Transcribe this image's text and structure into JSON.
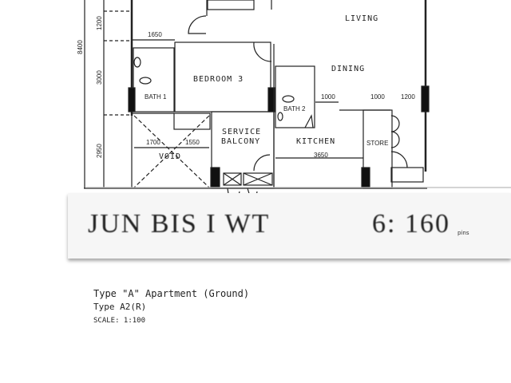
{
  "floor_plan": {
    "rooms": {
      "living": "LIVING",
      "dining": "DINING",
      "bedroom3": "BEDROOM 3",
      "bath1": "BATH 1",
      "bath2": "BATH 2",
      "service_balcony_1": "SERVICE",
      "service_balcony_2": "BALCONY",
      "kitchen": "KITCHEN",
      "store": "STORE",
      "void": "VOID"
    },
    "dimensions": {
      "total_height": "8400",
      "d1200_left": "1200",
      "d3000": "3000",
      "d2950": "2950",
      "d1650_top": "1650",
      "d1700": "1700",
      "d1550": "1550",
      "d3650": "3650",
      "d1000_a": "1000",
      "d1000_b": "1000",
      "d1200_right": "1200"
    }
  },
  "overlay": {
    "left_text": "JUN BIS I WT",
    "right_text": "6: 160",
    "small_text": "pins"
  },
  "caption": {
    "line1": "Type \"A\" Apartment (Ground)",
    "line2": "Type A2(R)",
    "line3": "SCALE: 1:100"
  }
}
